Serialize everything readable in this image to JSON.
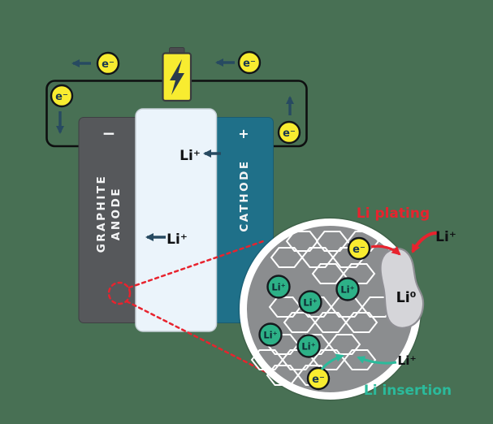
{
  "title": "Lithium-ion battery charging diagram",
  "colors": {
    "background": "#487054",
    "wire": "#0E0F10",
    "arrow": "#274A61",
    "electron_fill": "#F8EC30",
    "anode_fill": "#56585B",
    "cathode_fill": "#1F7089",
    "electrolyte_fill": "#EBF4FB",
    "ion_fill": "#2DB187",
    "zoom_fill": "#8B8D8F",
    "li_metal_fill": "#D5D5D9",
    "plating_red": "#E8232E",
    "insertion_teal": "#2BBA9B"
  },
  "labels": {
    "electron": "e⁻",
    "li_ion": "Li⁺",
    "li_metal": "Li⁰",
    "anode_sign": "−",
    "cathode_sign": "+",
    "anode_line1": "GRAPHITE",
    "anode_line2": "ANODE",
    "cathode": "CATHODE",
    "li_plating": "Li plating",
    "li_insertion": "Li insertion"
  },
  "battery": {
    "icon": "lightning-bolt"
  },
  "zoom_view": {
    "li_ion_count": 5,
    "electron_count": 2,
    "hexagon_count": 24
  }
}
